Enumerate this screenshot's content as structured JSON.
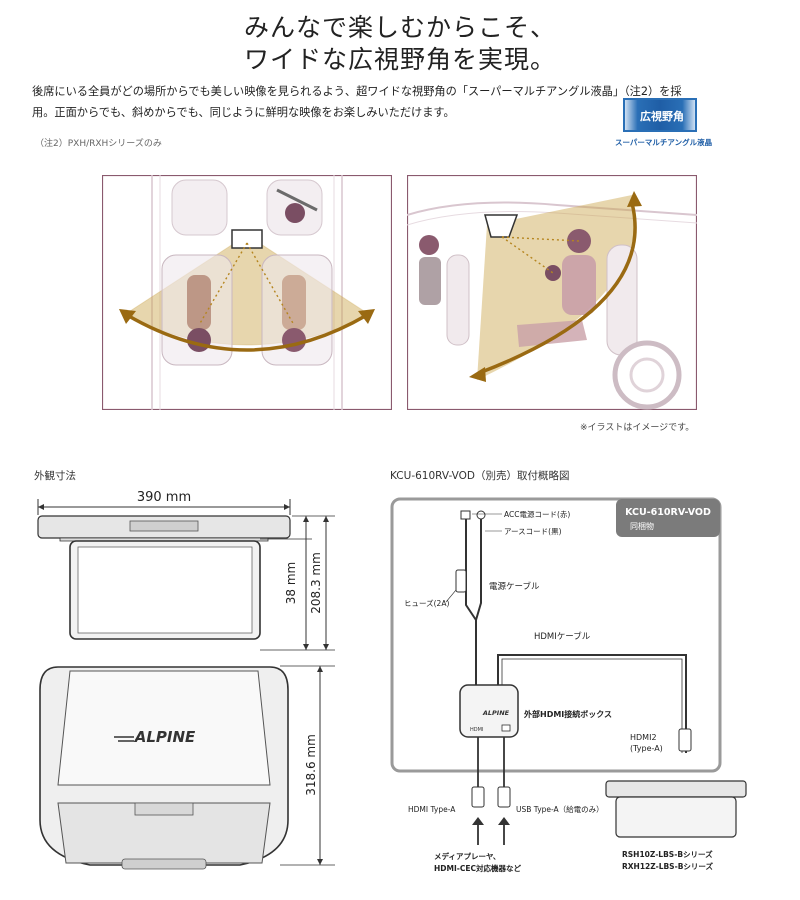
{
  "headline": {
    "line1": "みんなで楽しむからこそ、",
    "line2": "ワイドな広視野角を実現。"
  },
  "intro": {
    "line1": "後席にいる全員がどの場所からでも美しい映像を見られるよう、超ワイドな視野角の「スーパーマルチアングル液晶」（注2）を採",
    "line2": "用。正面からでも、斜めからでも、同じように鮮明な映像をお楽しみいただけます。"
  },
  "note": "（注2）PXH/RXHシリーズのみ",
  "badge": {
    "label": "広視野角",
    "sub": "スーパーマルチアングル液晶"
  },
  "illustration_note": "※イラストはイメージです。",
  "dimensions": {
    "title": "外観寸法",
    "width": "390 mm",
    "depth_small": "38 mm",
    "depth_total": "208.3 mm",
    "height": "318.6 mm",
    "brand": "ALPINE"
  },
  "wiring": {
    "title": "KCU-610RV-VOD（別売）取付概略図",
    "kit_label_line1": "KCU-610RV-VOD",
    "kit_label_line2": "同梱物",
    "acc_cord": "ACC電源コード(赤)",
    "ground_cord": "アースコード(黒)",
    "power_cable": "電源ケーブル",
    "fuse": "ヒューズ(2A)",
    "hdmi_cable": "HDMIケーブル",
    "box": "外部HDMI接続ボックス",
    "box_brand": "ALPINE",
    "box_port1": "HDMI",
    "hdmi2_line1": "HDMI2",
    "hdmi2_line2": "(Type-A)",
    "hdmi_type_a": "HDMI Type-A",
    "usb_type_a": "USB Type-A（給電のみ）",
    "devices_line1": "メディアプレーヤ、",
    "devices_line2": "HDMI-CEC対応機器など",
    "series_line1": "RSH10Z-LBS-Bシリーズ",
    "series_line2": "RXH12Z-LBS-Bシリーズ"
  },
  "colors": {
    "frame": "#8a5a6e",
    "fan": "#c9a34a",
    "arrow": "#9a6a12",
    "badge_blue": "#1f5ea6",
    "drawing": "#333333"
  }
}
